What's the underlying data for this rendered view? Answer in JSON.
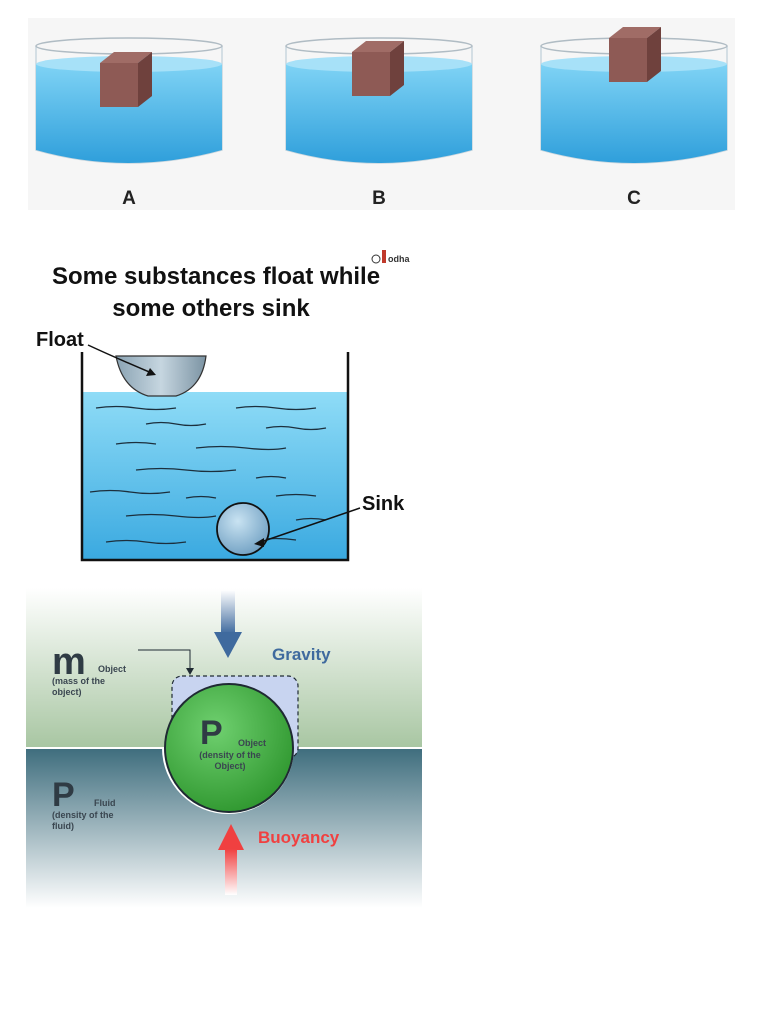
{
  "containers": {
    "labels": [
      "A",
      "B",
      "C"
    ],
    "block_positions": [
      "mostly submerged",
      "half submerged",
      "mostly above water"
    ]
  },
  "float_sink": {
    "title_line1": "Some substances float while",
    "title_line2": "some others sink",
    "float_label": "Float",
    "sink_label": "Sink",
    "logo_text": "odha"
  },
  "buoyancy": {
    "mass_symbol": "m",
    "mass_subscript": "Object",
    "mass_desc_line1": "(mass of the",
    "mass_desc_line2": "object)",
    "rho_object_symbol": "P",
    "rho_object_subscript": "Object",
    "rho_object_desc_line1": "(density of the",
    "rho_object_desc_line2": "Object)",
    "rho_fluid_symbol": "P",
    "rho_fluid_subscript": "Fluid",
    "rho_fluid_desc_line1": "(density of the",
    "rho_fluid_desc_line2": "fluid)",
    "gravity_label": "Gravity",
    "buoyancy_label": "Buoyancy"
  },
  "colors": {
    "water": "#5fc0ec",
    "block": "#8e5a55",
    "gravity": "#3f6a9e",
    "buoyancy": "#f04040",
    "sphere": "#3fae3f"
  }
}
